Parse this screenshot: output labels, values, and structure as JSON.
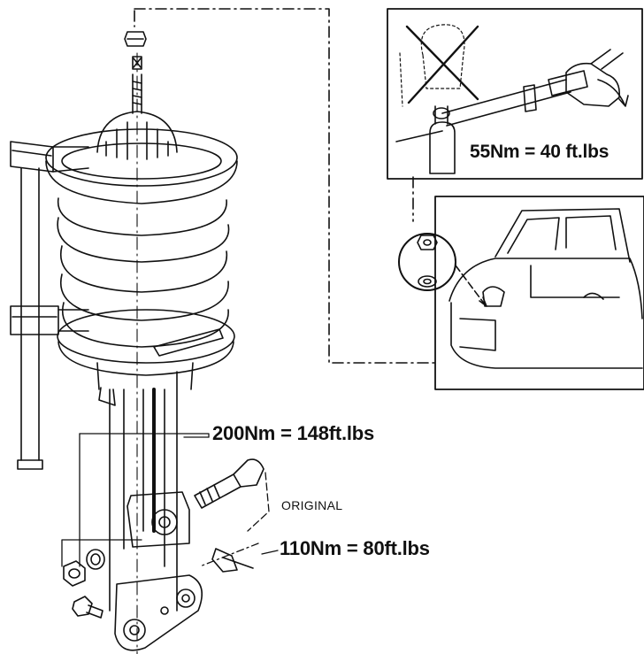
{
  "diagram": {
    "labels": {
      "torque_top_mount": "55Nm = 40 ft.lbs",
      "torque_upper_bolt": "200Nm = 148ft.lbs",
      "original_note": "ORIGINAL",
      "torque_lower_bolt": "110Nm = 80ft.lbs"
    },
    "line_color": "#111111",
    "background": "#ffffff"
  }
}
